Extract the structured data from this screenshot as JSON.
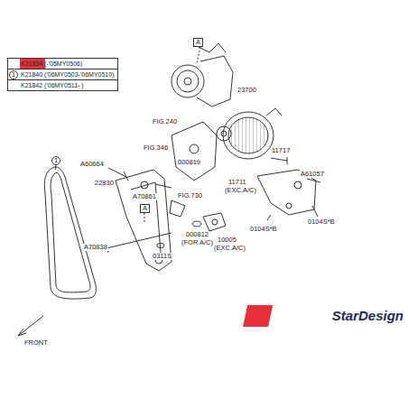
{
  "diagram": {
    "nodes": [
      {
        "text": [
          "K21834 (-'05MY0506)",
          "K21840 ('06MY0503-'06MY0510)",
          "K21842 ('06MY0511- )"
        ]
      }
    ],
    "labels": [
      "A",
      "FIG.240",
      "23700",
      "FIG.346",
      "000819",
      "11717",
      "A60664",
      "A61057",
      "22830",
      "A70861",
      "11711",
      "(EXC.A/C)",
      "0104S*B",
      "FIG.730",
      "A",
      "000812",
      "(FOR A/C)",
      "10005",
      "(EXC.A/C)",
      "0104S*B",
      "A70838",
      "0311S",
      "1",
      "FRONT",
      "StarDesign",
      "1"
    ]
  }
}
